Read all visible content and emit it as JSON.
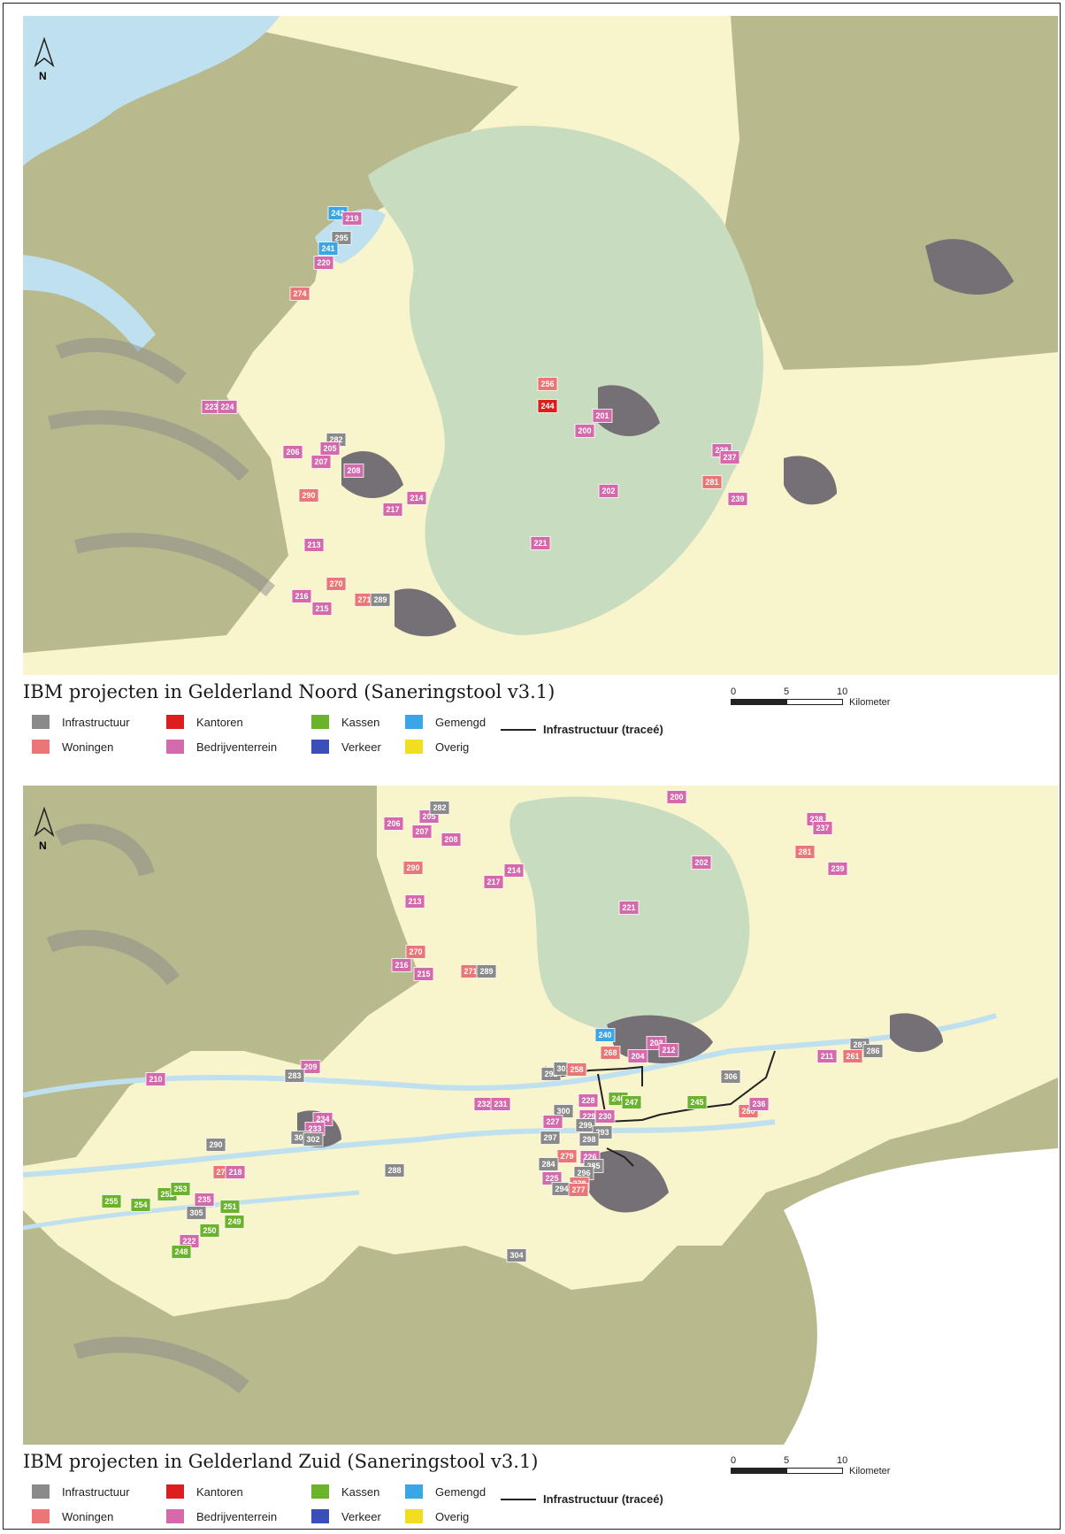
{
  "colors": {
    "water": "#bfe0ee",
    "urban": "#f8f4cc",
    "forest": "#c8dcc0",
    "farmland": "#b9b98e",
    "built": "#757075",
    "infrastructuur": "#8a8a8a",
    "woningen": "#ea7676",
    "kantoren": "#dc1e1e",
    "bedrijventerrein": "#d46aac",
    "kassen": "#6bb32a",
    "verkeer": "#3a4fb8",
    "gemengd": "#3aa6e6",
    "overig": "#f2de20"
  },
  "north_map": {
    "compass_label": "N",
    "title": "IBM projecten in Gelderland Noord (Saneringstool v3.1)",
    "markers": [
      {
        "id": "242",
        "cat": "gemengd"
      },
      {
        "id": "219",
        "cat": "bedrijventerrein"
      },
      {
        "id": "295",
        "cat": "infrastructuur"
      },
      {
        "id": "241",
        "cat": "gemengd"
      },
      {
        "id": "220",
        "cat": "bedrijventerrein"
      },
      {
        "id": "274",
        "cat": "woningen"
      },
      {
        "id": "223",
        "cat": "bedrijventerrein"
      },
      {
        "id": "224",
        "cat": "bedrijventerrein"
      },
      {
        "id": "256",
        "cat": "woningen"
      },
      {
        "id": "244",
        "cat": "kantoren"
      },
      {
        "id": "201",
        "cat": "bedrijventerrein"
      },
      {
        "id": "200",
        "cat": "bedrijventerrein"
      },
      {
        "id": "282",
        "cat": "infrastructuur"
      },
      {
        "id": "205",
        "cat": "bedrijventerrein"
      },
      {
        "id": "206",
        "cat": "bedrijventerrein"
      },
      {
        "id": "207",
        "cat": "bedrijventerrein"
      },
      {
        "id": "208",
        "cat": "bedrijventerrein"
      },
      {
        "id": "238",
        "cat": "bedrijventerrein"
      },
      {
        "id": "237",
        "cat": "bedrijventerrein"
      },
      {
        "id": "281",
        "cat": "woningen"
      },
      {
        "id": "239",
        "cat": "bedrijventerrein"
      },
      {
        "id": "202",
        "cat": "bedrijventerrein"
      },
      {
        "id": "290",
        "cat": "woningen"
      },
      {
        "id": "214",
        "cat": "bedrijventerrein"
      },
      {
        "id": "217",
        "cat": "bedrijventerrein"
      },
      {
        "id": "213",
        "cat": "bedrijventerrein"
      },
      {
        "id": "221",
        "cat": "bedrijventerrein"
      },
      {
        "id": "270",
        "cat": "woningen"
      },
      {
        "id": "216",
        "cat": "bedrijventerrein"
      },
      {
        "id": "215",
        "cat": "bedrijventerrein"
      },
      {
        "id": "271",
        "cat": "woningen"
      },
      {
        "id": "289",
        "cat": "infrastructuur"
      }
    ]
  },
  "south_map": {
    "compass_label": "N",
    "title": "IBM projecten in Gelderland Zuid (Saneringstool v3.1)",
    "markers": [
      {
        "id": "200",
        "cat": "bedrijventerrein"
      },
      {
        "id": "206",
        "cat": "bedrijventerrein"
      },
      {
        "id": "205",
        "cat": "bedrijventerrein"
      },
      {
        "id": "282",
        "cat": "infrastructuur"
      },
      {
        "id": "207",
        "cat": "bedrijventerrein"
      },
      {
        "id": "208",
        "cat": "bedrijventerrein"
      },
      {
        "id": "238",
        "cat": "bedrijventerrein"
      },
      {
        "id": "237",
        "cat": "bedrijventerrein"
      },
      {
        "id": "281",
        "cat": "woningen"
      },
      {
        "id": "239",
        "cat": "bedrijventerrein"
      },
      {
        "id": "202",
        "cat": "bedrijventerrein"
      },
      {
        "id": "290",
        "cat": "woningen"
      },
      {
        "id": "214",
        "cat": "bedrijventerrein"
      },
      {
        "id": "217",
        "cat": "bedrijventerrein"
      },
      {
        "id": "213",
        "cat": "bedrijventerrein"
      },
      {
        "id": "221",
        "cat": "bedrijventerrein"
      },
      {
        "id": "270",
        "cat": "woningen"
      },
      {
        "id": "216",
        "cat": "bedrijventerrein"
      },
      {
        "id": "215",
        "cat": "bedrijventerrein"
      },
      {
        "id": "271",
        "cat": "woningen"
      },
      {
        "id": "289",
        "cat": "infrastructuur"
      },
      {
        "id": "240",
        "cat": "gemengd"
      },
      {
        "id": "203",
        "cat": "bedrijventerrein"
      },
      {
        "id": "212",
        "cat": "bedrijventerrein"
      },
      {
        "id": "268",
        "cat": "woningen"
      },
      {
        "id": "204",
        "cat": "bedrijventerrein"
      },
      {
        "id": "211",
        "cat": "bedrijventerrein"
      },
      {
        "id": "287",
        "cat": "infrastructuur"
      },
      {
        "id": "261",
        "cat": "woningen"
      },
      {
        "id": "286",
        "cat": "infrastructuur"
      },
      {
        "id": "209",
        "cat": "bedrijventerrein"
      },
      {
        "id": "283",
        "cat": "infrastructuur"
      },
      {
        "id": "210",
        "cat": "bedrijventerrein"
      },
      {
        "id": "292",
        "cat": "infrastructuur"
      },
      {
        "id": "301",
        "cat": "infrastructuur"
      },
      {
        "id": "258",
        "cat": "woningen"
      },
      {
        "id": "306",
        "cat": "infrastructuur"
      },
      {
        "id": "232",
        "cat": "bedrijventerrein"
      },
      {
        "id": "231",
        "cat": "bedrijventerrein"
      },
      {
        "id": "228",
        "cat": "bedrijventerrein"
      },
      {
        "id": "246",
        "cat": "kassen"
      },
      {
        "id": "247",
        "cat": "kassen"
      },
      {
        "id": "245",
        "cat": "kassen"
      },
      {
        "id": "280",
        "cat": "woningen"
      },
      {
        "id": "236",
        "cat": "bedrijventerrein"
      },
      {
        "id": "300",
        "cat": "infrastructuur"
      },
      {
        "id": "229",
        "cat": "bedrijventerrein"
      },
      {
        "id": "230",
        "cat": "bedrijventerrein"
      },
      {
        "id": "234",
        "cat": "bedrijventerrein"
      },
      {
        "id": "233",
        "cat": "bedrijventerrein"
      },
      {
        "id": "307",
        "cat": "infrastructuur"
      },
      {
        "id": "302",
        "cat": "infrastructuur"
      },
      {
        "id": "227",
        "cat": "bedrijventerrein"
      },
      {
        "id": "299",
        "cat": "infrastructuur"
      },
      {
        "id": "293",
        "cat": "infrastructuur"
      },
      {
        "id": "297",
        "cat": "infrastructuur"
      },
      {
        "id": "298",
        "cat": "infrastructuur"
      },
      {
        "id": "290",
        "cat": "infrastructuur"
      },
      {
        "id": "288",
        "cat": "infrastructuur"
      },
      {
        "id": "273",
        "cat": "woningen"
      },
      {
        "id": "218",
        "cat": "bedrijventerrein"
      },
      {
        "id": "279",
        "cat": "woningen"
      },
      {
        "id": "226",
        "cat": "bedrijventerrein"
      },
      {
        "id": "284",
        "cat": "infrastructuur"
      },
      {
        "id": "285",
        "cat": "infrastructuur"
      },
      {
        "id": "296",
        "cat": "infrastructuur"
      },
      {
        "id": "225",
        "cat": "bedrijventerrein"
      },
      {
        "id": "278",
        "cat": "woningen"
      },
      {
        "id": "294",
        "cat": "infrastructuur"
      },
      {
        "id": "277",
        "cat": "woningen"
      },
      {
        "id": "252",
        "cat": "kassen"
      },
      {
        "id": "253",
        "cat": "kassen"
      },
      {
        "id": "235",
        "cat": "bedrijventerrein"
      },
      {
        "id": "255",
        "cat": "kassen"
      },
      {
        "id": "254",
        "cat": "kassen"
      },
      {
        "id": "305",
        "cat": "infrastructuur"
      },
      {
        "id": "251",
        "cat": "kassen"
      },
      {
        "id": "249",
        "cat": "kassen"
      },
      {
        "id": "250",
        "cat": "kassen"
      },
      {
        "id": "222",
        "cat": "bedrijventerrein"
      },
      {
        "id": "248",
        "cat": "kassen"
      },
      {
        "id": "304",
        "cat": "infrastructuur"
      }
    ]
  },
  "legend": {
    "infrastructuur": "Infrastructuur",
    "kantoren": "Kantoren",
    "kassen": "Kassen",
    "gemengd": "Gemengd",
    "woningen": "Woningen",
    "bedrijventerrein": "Bedrijventerrein",
    "verkeer": "Verkeer",
    "overig": "Overig",
    "trace": "Infrastructuur (traceé)"
  },
  "scale_bar": {
    "ticks": [
      "0",
      "5",
      "10"
    ],
    "unit": "Kilometer"
  }
}
